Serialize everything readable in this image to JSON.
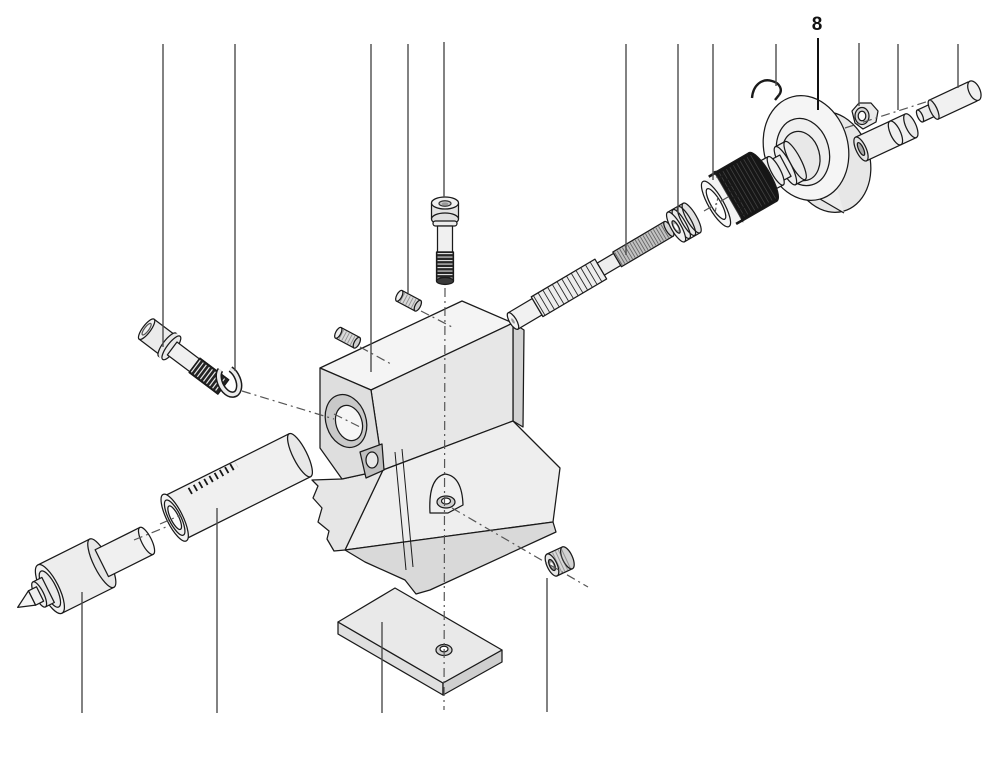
{
  "figure": {
    "kind": "exploded-parts-diagram",
    "background_color": "#ffffff",
    "line_color": "#1a1a1a",
    "leader_line_color": "#555555",
    "fill_light": "#f3f3f3",
    "fill_mid": "#e9e9e9",
    "fill_shade": "#d8d8d8",
    "fill_dark": "#1a1a1a",
    "callout": {
      "label": "8"
    },
    "parts": [
      {
        "name": "socket-head-bolt"
      },
      {
        "name": "retaining-ring"
      },
      {
        "name": "center-point"
      },
      {
        "name": "quill-barrel"
      },
      {
        "name": "tailstock-casting"
      },
      {
        "name": "set-screw-1"
      },
      {
        "name": "set-screw-2"
      },
      {
        "name": "socket-cap-screw"
      },
      {
        "name": "lead-screw"
      },
      {
        "name": "grooved-washer"
      },
      {
        "name": "graduated-dial"
      },
      {
        "name": "spindle-hub"
      },
      {
        "name": "handwheel"
      },
      {
        "name": "wire-clip"
      },
      {
        "name": "hex-nut"
      },
      {
        "name": "handle-sleeve"
      },
      {
        "name": "handle-pin"
      },
      {
        "name": "knurled-nut"
      },
      {
        "name": "base-plate"
      }
    ]
  }
}
